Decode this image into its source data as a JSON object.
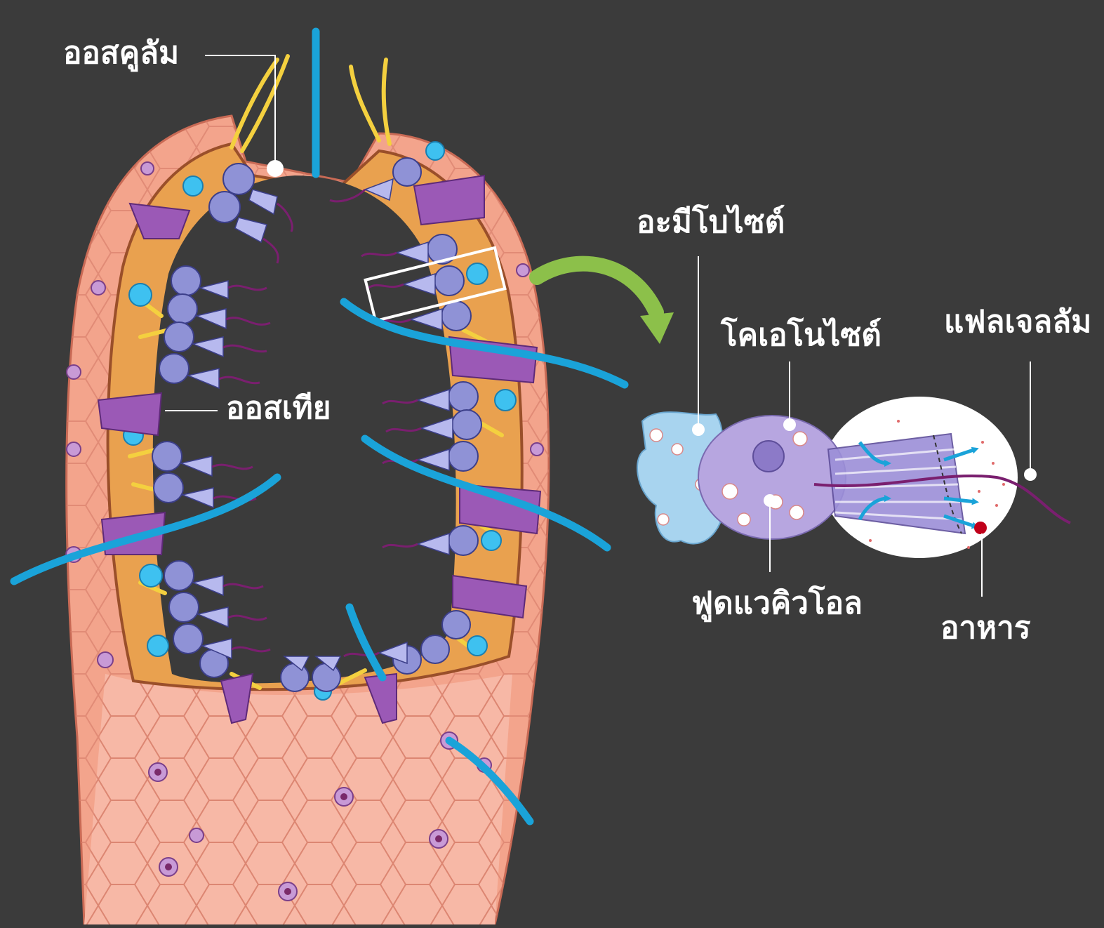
{
  "labels": {
    "osculum": "ออสคูลัม",
    "ostia": "ออสเทีย",
    "amoebocyte": "อะมีโบไซต์",
    "choanocyte": "โคเอโนไซต์",
    "flagellum": "แฟลเจลลัม",
    "food_vacuole": "ฟูดแวคิวโอล",
    "food": "อาหาร"
  },
  "colors": {
    "background": "#3b3b3b",
    "water_flow_arrow": "#1aa3d9",
    "transition_arrow": "#8cc04a",
    "body_wall": "#f3a48c",
    "mesohyl": "#e9a14f",
    "choanocyte": "#8f92d6",
    "porocyte": "#9b59b6",
    "spicule": "#f4d03f",
    "amoebocyte": "#a8d4ef",
    "food_particle": "#c0001a",
    "flagellum": "#7a1f6f"
  }
}
